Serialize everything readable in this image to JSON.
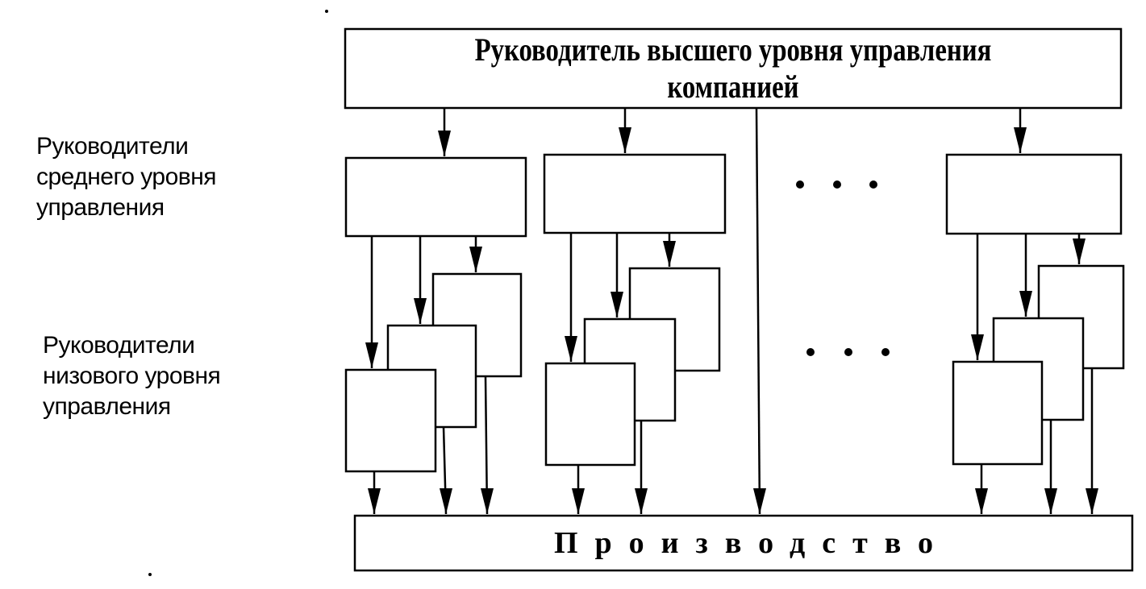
{
  "top_box": {
    "line1": "Руководитель высшего уровня управления",
    "line2": "компанией"
  },
  "levels": {
    "middle": [
      "Руководители",
      "среднего уровня",
      "управления"
    ],
    "low": [
      "Руководители",
      "низового уровня",
      "управления"
    ]
  },
  "production": "Производство",
  "ellipsis": "..."
}
